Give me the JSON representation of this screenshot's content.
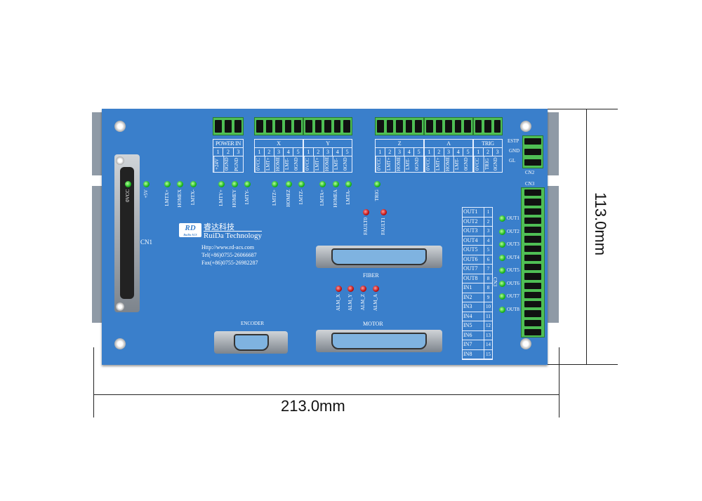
{
  "dimensions": {
    "width": "213.0mm",
    "height": "113.0mm"
  },
  "brand": {
    "logo": "RD",
    "logo_sub": "RuiDa ACS",
    "name_cn": "睿达科技",
    "name_en": "RuiDa Technology",
    "web": "Http://www.rd-acs.com",
    "tel": "Tel(+86)0755-26066687",
    "fax": "Fax(+86)0755-26982287"
  },
  "tables": [
    {
      "title": "POWER IN",
      "nums": [
        "1",
        "2",
        "3"
      ],
      "signals": [
        "+24V",
        "0GND",
        "PGND"
      ]
    },
    {
      "title": "X",
      "nums": [
        "1",
        "2",
        "3",
        "4",
        "5"
      ],
      "signals": [
        "0VCC",
        "LMT+",
        "HOME",
        "LMT-",
        "0GND"
      ]
    },
    {
      "title": "Y",
      "nums": [
        "1",
        "2",
        "3",
        "4",
        "5"
      ],
      "signals": [
        "0VCC",
        "LMT+",
        "HOME",
        "LMT-",
        "0GND"
      ]
    },
    {
      "title": "Z",
      "nums": [
        "1",
        "2",
        "3",
        "4",
        "5"
      ],
      "signals": [
        "0VCC",
        "LMT+",
        "HOME",
        "LMT-",
        "0GND"
      ]
    },
    {
      "title": "A",
      "nums": [
        "1",
        "2",
        "3",
        "4",
        "5"
      ],
      "signals": [
        "0VCC",
        "LMT+",
        "HOME",
        "LMT-",
        "0GND"
      ]
    },
    {
      "title": "TRIG",
      "nums": [
        "1",
        "2",
        "3"
      ],
      "signals": [
        "0VCC",
        "TRIG",
        "0GND"
      ]
    }
  ],
  "top_leds": [
    "0VCC",
    "+5V",
    "LMTX+",
    "HOMEX",
    "LMTX-",
    "LMTY+",
    "HOMEY",
    "LMTY-",
    "LMTZ+",
    "HOMEZ",
    "LMTZ-",
    "LMTA+",
    "HOMEA",
    "LMTA-",
    "TRIG"
  ],
  "fault_leds": [
    "FAULT0",
    "FAULT1"
  ],
  "alarm_leds": [
    "ALM_X",
    "ALM_Y",
    "ALM_Z",
    "ALM_A"
  ],
  "cn2": {
    "label": "CN2",
    "pins": [
      "ESTP",
      "GND",
      "GL"
    ]
  },
  "cn3": {
    "label": "CN3",
    "table_title": "CN3",
    "rows": [
      [
        "OUT1",
        "1"
      ],
      [
        "OUT2",
        "2"
      ],
      [
        "OUT3",
        "3"
      ],
      [
        "OUT4",
        "4"
      ],
      [
        "OUT5",
        "5"
      ],
      [
        "OUT6",
        "6"
      ],
      [
        "OUT7",
        "7"
      ],
      [
        "OUT8",
        "8"
      ],
      [
        "IN1",
        "8"
      ],
      [
        "IN2",
        "9"
      ],
      [
        "IN3",
        "10"
      ],
      [
        "IN4",
        "11"
      ],
      [
        "IN5",
        "12"
      ],
      [
        "IN6",
        "13"
      ],
      [
        "IN7",
        "14"
      ],
      [
        "IN8",
        "15"
      ]
    ]
  },
  "out_leds": [
    "OUT1",
    "OUT2",
    "OUT3",
    "OUT4",
    "OUT5",
    "OUT6",
    "OUT7",
    "OUT8"
  ],
  "connectors": {
    "cn1": "CN1",
    "fiber": "FIBER",
    "motor": "MOTOR",
    "encoder": "ENCODER"
  }
}
